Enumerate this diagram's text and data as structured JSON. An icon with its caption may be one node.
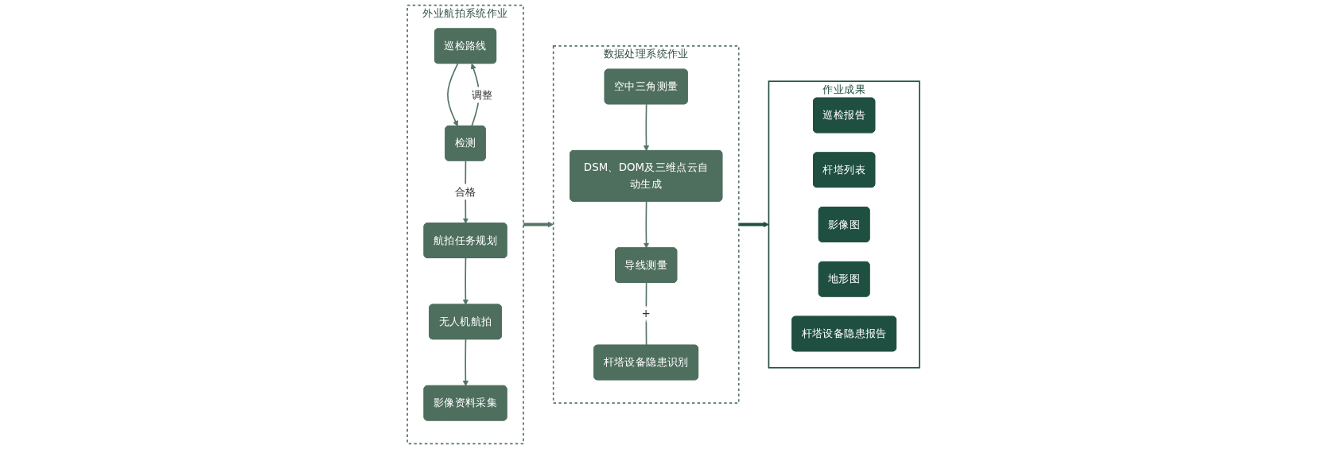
{
  "diagram": {
    "nodes": [
      {
        "text": [
          "外业航拍系统作业"
        ]
      },
      {
        "text": [
          "巡检路线"
        ],
        "in": 0
      },
      {
        "text": [
          "检测"
        ],
        "in": 0
      },
      {
        "text": [
          "航拍任务规划"
        ],
        "in": 0
      },
      {
        "text": [
          "无人机航拍"
        ],
        "in": 0
      },
      {
        "text": [
          "影像资料采集"
        ],
        "in": 0
      },
      {
        "text": [
          "数据处理系统作业"
        ]
      },
      {
        "text": [
          "空中三角测量"
        ],
        "in": 6
      },
      {
        "text": [
          "DSM、DOM及三维点云自动生成"
        ],
        "in": 6
      },
      {
        "text": [
          "导线测量"
        ],
        "in": 6
      },
      {
        "text": [
          "杆塔设备隐患识别"
        ],
        "in": 6
      },
      {
        "text": [
          "作业成果"
        ]
      },
      {
        "text": [
          "巡检报告"
        ],
        "in": 11
      },
      {
        "text": [
          "杆塔列表"
        ],
        "in": 11
      },
      {
        "text": [
          "影像图"
        ],
        "in": 11
      },
      {
        "text": [
          "地形图"
        ],
        "in": 11
      },
      {
        "text": [
          "杆塔设备隐患报告"
        ],
        "in": 11
      }
    ],
    "edges": [
      {
        "from": 1,
        "to": 2,
        "arrow": "to"
      },
      {
        "from": 2,
        "to": 1,
        "arrow": "to",
        "label": "调整"
      },
      {
        "from": 2,
        "to": 3,
        "arrow": "to",
        "label": "合格"
      },
      {
        "from": 3,
        "to": 4,
        "arrow": "to"
      },
      {
        "from": 4,
        "to": 5,
        "arrow": "to"
      },
      {
        "from": 0,
        "to": 6,
        "arrow": "to",
        "style": "thick"
      },
      {
        "from": 7,
        "to": 8,
        "arrow": "to"
      },
      {
        "from": 8,
        "to": 9,
        "arrow": "to"
      },
      {
        "from": 9,
        "to": 10,
        "arrow": "none",
        "label": "+"
      },
      {
        "from": 6,
        "to": 11,
        "arrow": "to",
        "style": "thick",
        "color": "#1f4f40"
      }
    ]
  }
}
